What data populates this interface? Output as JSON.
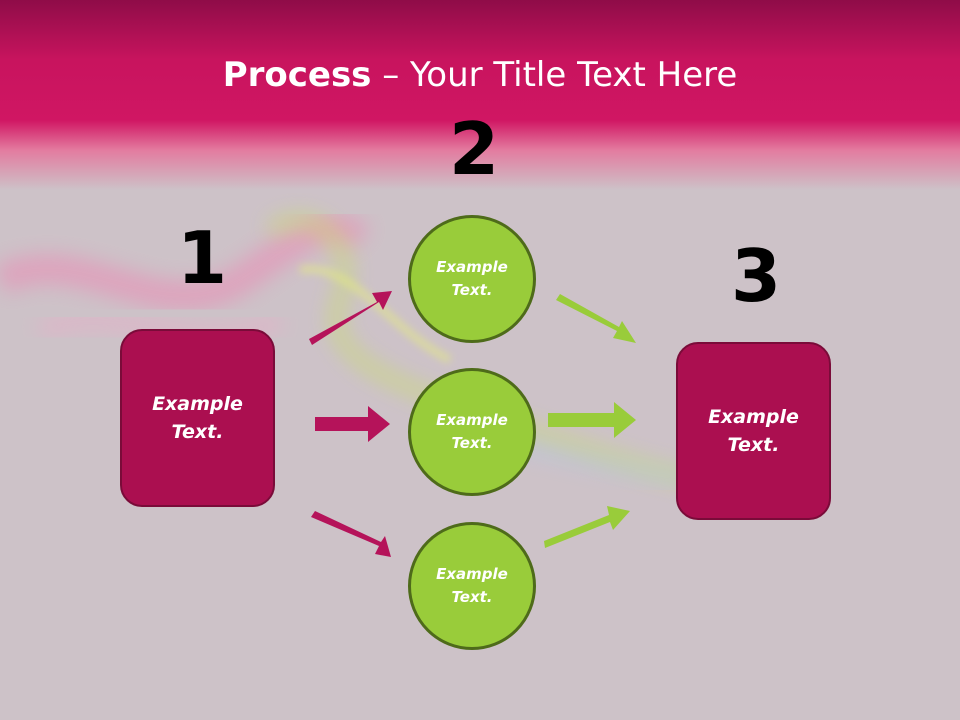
{
  "title": {
    "bold": "Process",
    "rest": " – Your Title Text Here"
  },
  "steps": {
    "n1": "1",
    "n2": "2",
    "n3": "3"
  },
  "left_box": {
    "line1": "Example",
    "line2": "Text."
  },
  "right_box": {
    "line1": "Example",
    "line2": "Text."
  },
  "circles": [
    {
      "line1": "Example",
      "line2": "Text."
    },
    {
      "line1": "Example",
      "line2": "Text."
    },
    {
      "line1": "Example",
      "line2": "Text."
    }
  ],
  "colors": {
    "box": "#ab0f50",
    "circle": "#99cc3a",
    "pink_arrow": "#b5135a",
    "green_arrow": "#99cc3a"
  }
}
